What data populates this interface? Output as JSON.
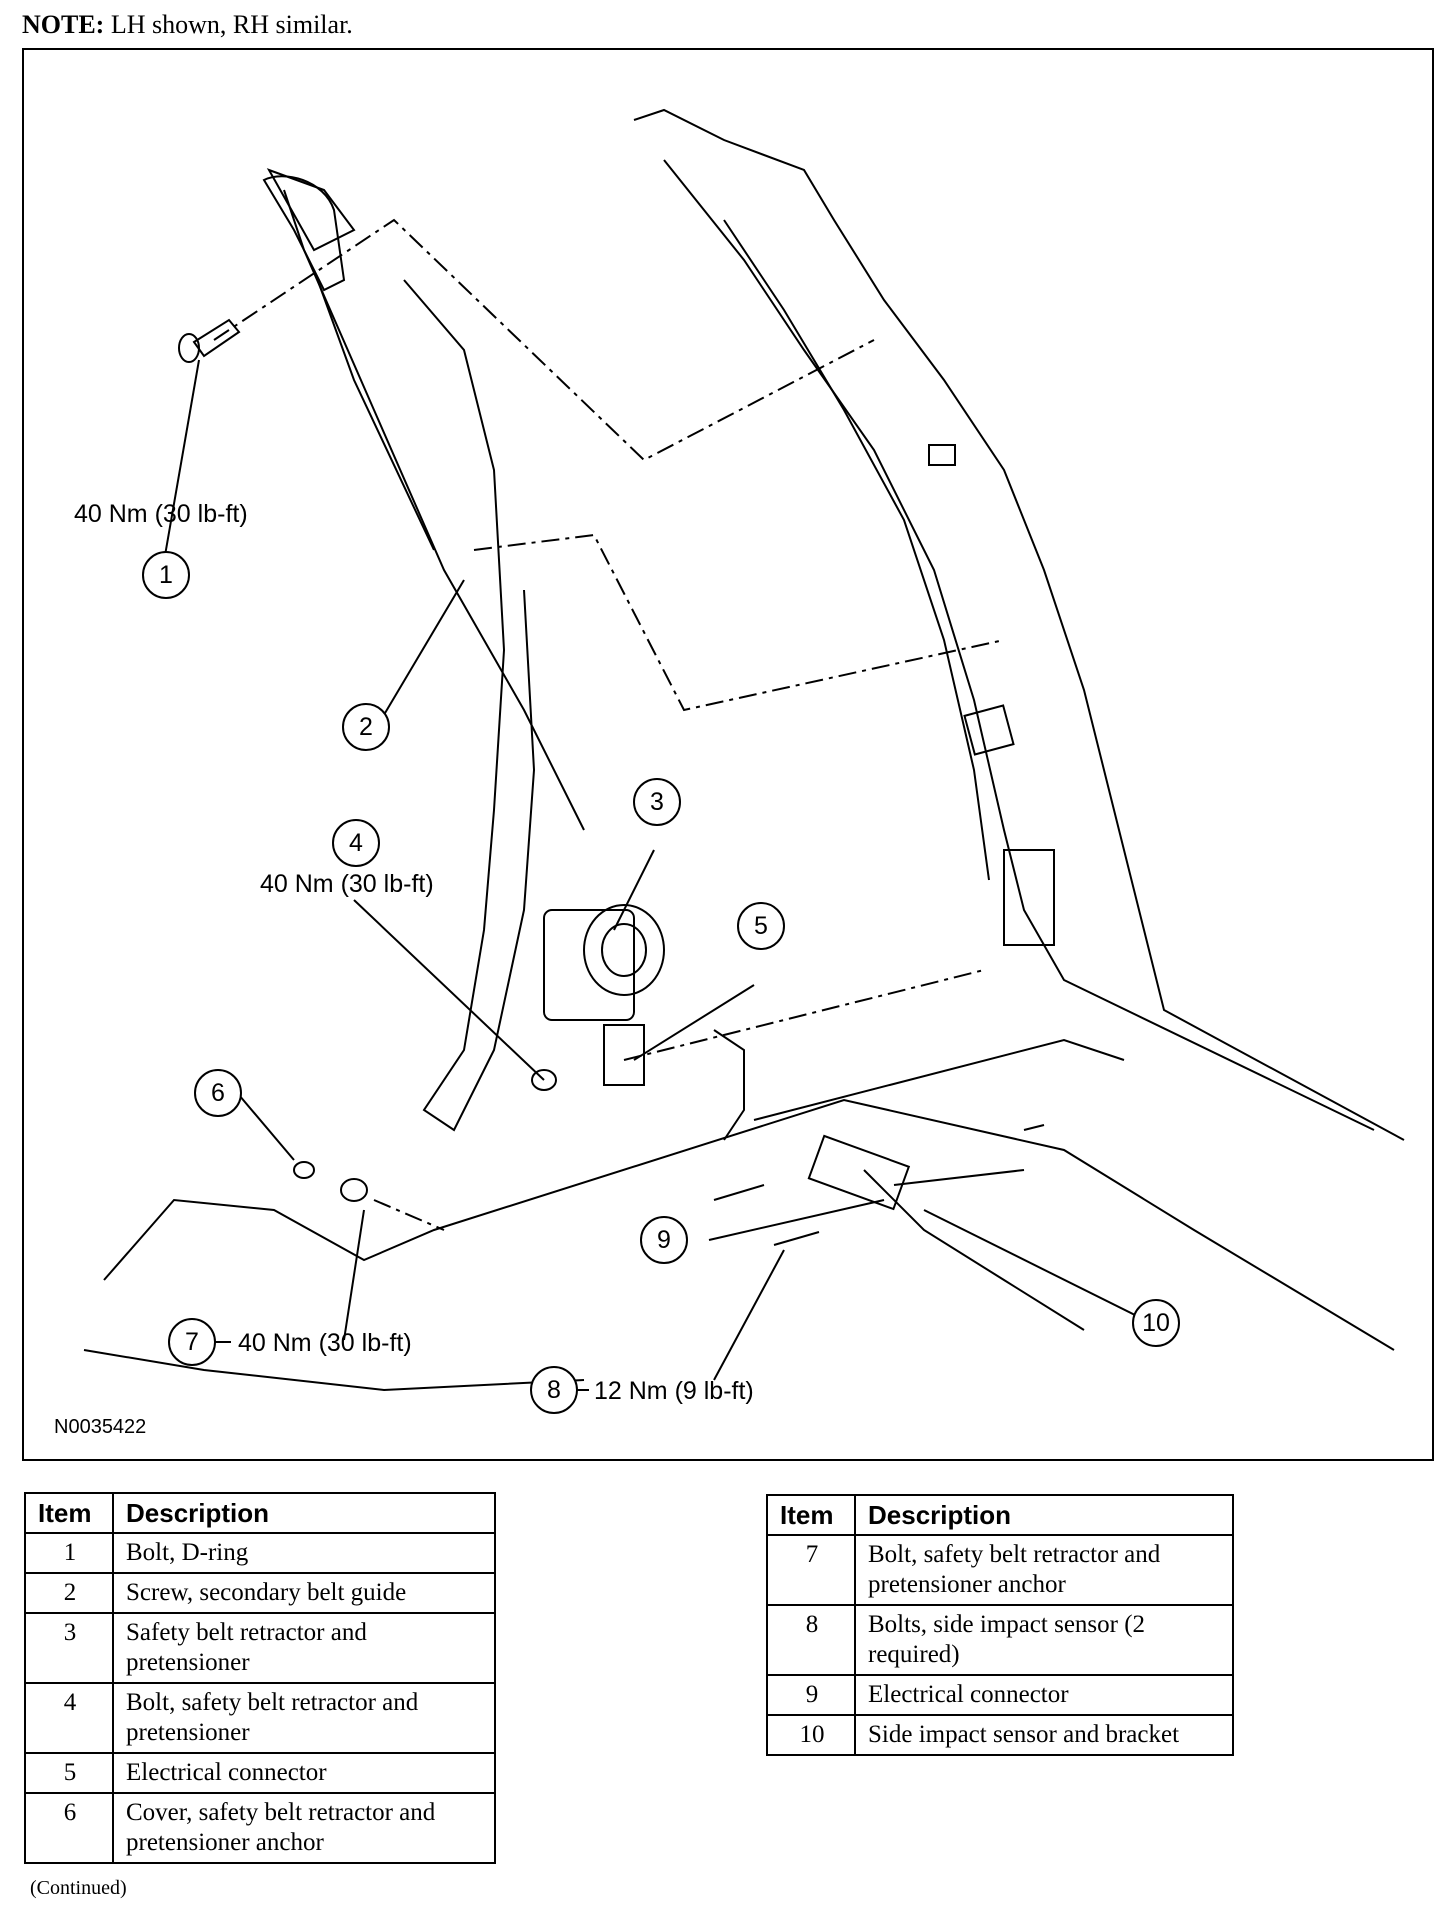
{
  "note": {
    "label": "NOTE:",
    "text": "LH shown, RH similar."
  },
  "figure": {
    "figure_id": "N0035422",
    "callouts": [
      {
        "num": "1",
        "torque": "40 Nm (30 lb-ft)"
      },
      {
        "num": "2",
        "torque": ""
      },
      {
        "num": "3",
        "torque": ""
      },
      {
        "num": "4",
        "torque": "40 Nm (30 lb-ft)"
      },
      {
        "num": "5",
        "torque": ""
      },
      {
        "num": "6",
        "torque": ""
      },
      {
        "num": "7",
        "torque": "40 Nm (30 lb-ft)"
      },
      {
        "num": "8",
        "torque": "12 Nm (9 lb-ft)"
      },
      {
        "num": "9",
        "torque": ""
      },
      {
        "num": "10",
        "torque": ""
      }
    ]
  },
  "table_headers": {
    "item": "Item",
    "description": "Description"
  },
  "table_left": [
    {
      "item": "1",
      "description": "Bolt, D-ring"
    },
    {
      "item": "2",
      "description": "Screw, secondary belt guide"
    },
    {
      "item": "3",
      "description": "Safety belt retractor and pretensioner"
    },
    {
      "item": "4",
      "description": "Bolt, safety belt retractor and pretensioner"
    },
    {
      "item": "5",
      "description": "Electrical connector"
    },
    {
      "item": "6",
      "description": "Cover, safety belt retractor and pretensioner anchor"
    }
  ],
  "table_right": [
    {
      "item": "7",
      "description": "Bolt, safety belt retractor and pretensioner anchor"
    },
    {
      "item": "8",
      "description": "Bolts, side impact sensor (2 required)"
    },
    {
      "item": "9",
      "description": "Electrical connector"
    },
    {
      "item": "10",
      "description": "Side impact sensor and bracket"
    }
  ],
  "footer": "(Continued)"
}
